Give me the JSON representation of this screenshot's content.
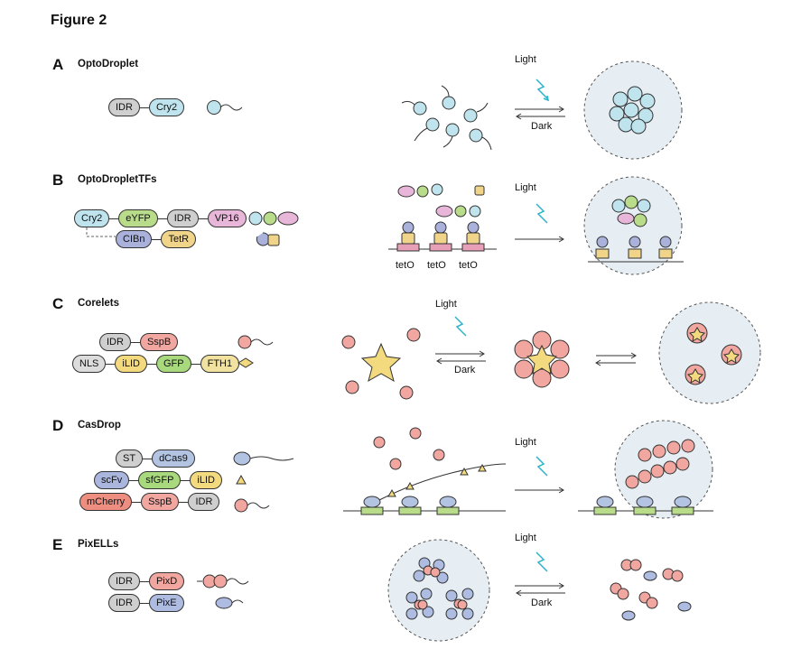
{
  "figure_title": "Figure 2",
  "panels": [
    {
      "letter": "A",
      "name": "OptoDroplet",
      "rows": [
        [
          "IDR",
          "Cry2"
        ]
      ],
      "light": "Light",
      "dark": "Dark"
    },
    {
      "letter": "B",
      "name": "OptoDropletTFs",
      "rows": [
        [
          "Cry2",
          "eYFP",
          "IDR",
          "VP16"
        ],
        [
          "CIBn",
          "TetR"
        ]
      ],
      "light": "Light",
      "sites": [
        "tetO",
        "tetO",
        "tetO"
      ]
    },
    {
      "letter": "C",
      "name": "Corelets",
      "rows": [
        [
          "IDR",
          "SspB"
        ],
        [
          "NLS",
          "iLID",
          "GFP",
          "FTH1"
        ]
      ],
      "light": "Light",
      "dark": "Dark"
    },
    {
      "letter": "D",
      "name": "CasDrop",
      "rows": [
        [
          "ST",
          "dCas9"
        ],
        [
          "scFv",
          "sfGFP",
          "iLID"
        ],
        [
          "mCherry",
          "SspB",
          "IDR"
        ]
      ],
      "light": "Light"
    },
    {
      "letter": "E",
      "name": "PixELLs",
      "rows": [
        [
          "IDR",
          "PixD"
        ],
        [
          "IDR",
          "PixE"
        ]
      ],
      "light": "Light",
      "dark": "Dark"
    }
  ],
  "colors": {
    "cry2": "#bfe4ee",
    "idr": "#cfcfcf",
    "sspb": "#f2a6a0",
    "ilid": "#f3da7e",
    "gfp": "#a8d97c",
    "light_arrow": "#2bb3c9",
    "droplet_bg": "#e6eef3"
  }
}
